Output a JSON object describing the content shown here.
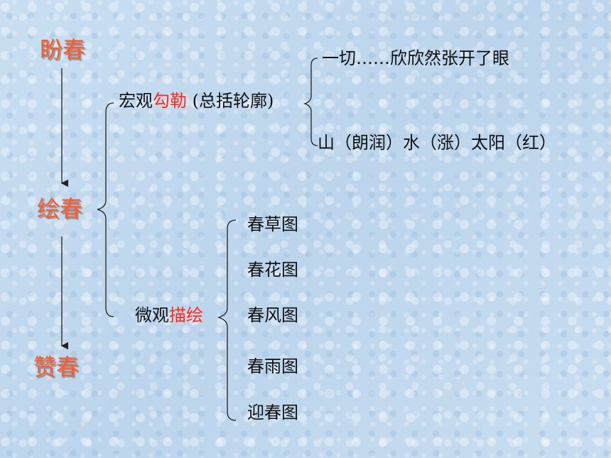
{
  "stages": {
    "spring_1": "盼春",
    "spring_2": "绘春",
    "spring_3": "赞春"
  },
  "macro": {
    "prefix": "宏观",
    "highlight": "勾勒",
    "suffix": " (总括轮廓)",
    "children": [
      "一切……欣欣然张开了眼",
      "山（朗润）水（涨）太阳（红）"
    ]
  },
  "micro": {
    "prefix": "微观",
    "highlight": "描绘",
    "children": [
      "春草图",
      "春花图",
      "春风图",
      "春雨图",
      "迎春图"
    ]
  },
  "colors": {
    "background": "#c4dbef",
    "stage_text": "#ff5a2a",
    "highlight_text": "#ff2a1a",
    "body_text": "#111111",
    "lines": "#222222"
  }
}
